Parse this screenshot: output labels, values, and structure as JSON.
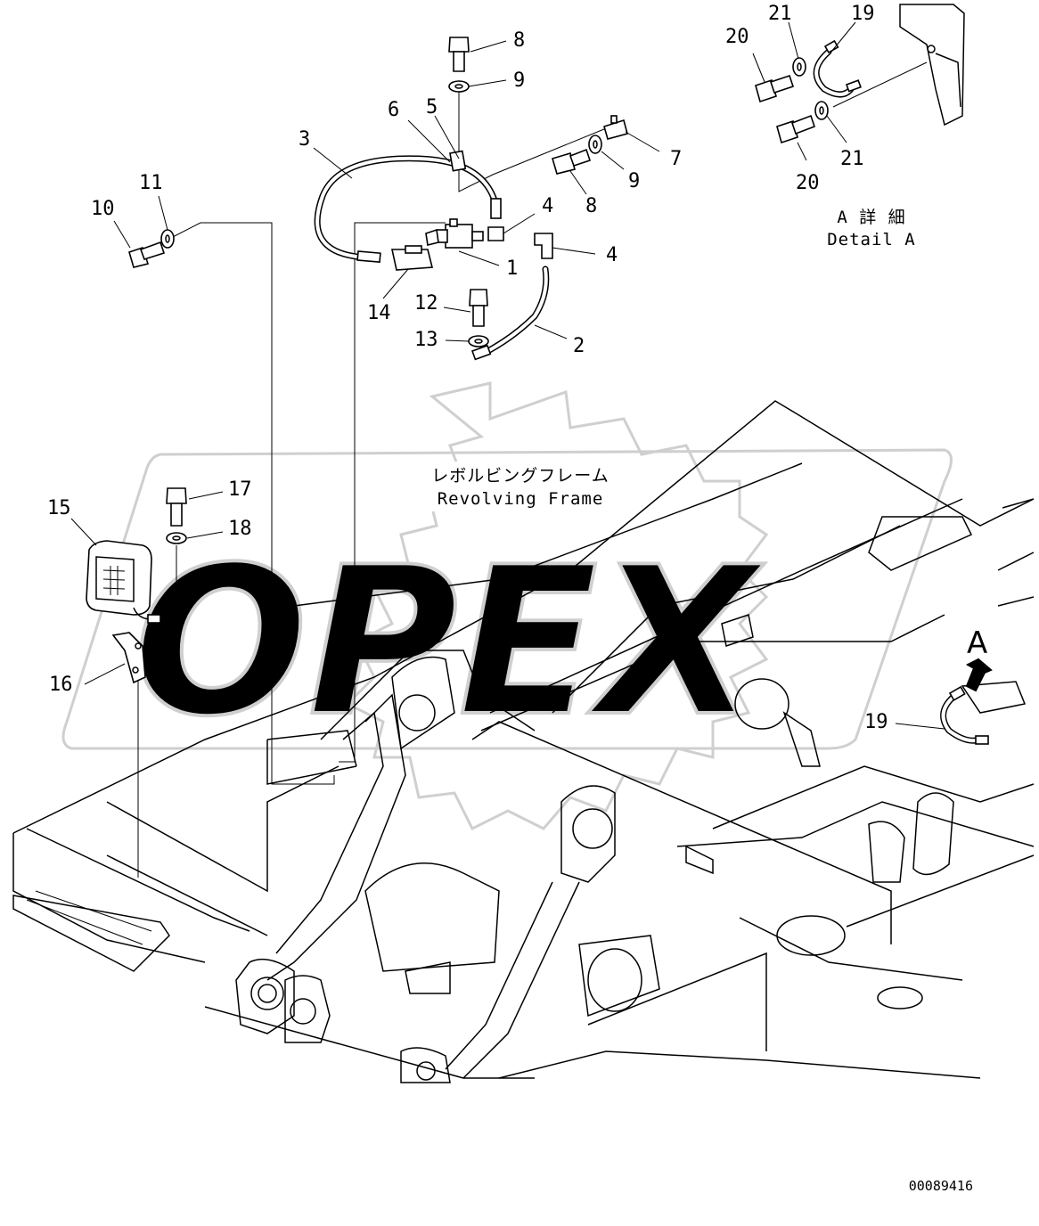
{
  "labels": [
    {
      "text": "8"
    },
    {
      "text": "9"
    },
    {
      "text": "6"
    },
    {
      "text": "5"
    },
    {
      "text": "3"
    },
    {
      "text": "7"
    },
    {
      "text": "8"
    },
    {
      "text": "9"
    },
    {
      "text": "4"
    },
    {
      "text": "4"
    },
    {
      "text": "1"
    },
    {
      "text": "14"
    },
    {
      "text": "12"
    },
    {
      "text": "13"
    },
    {
      "text": "2"
    },
    {
      "text": "11"
    },
    {
      "text": "10"
    },
    {
      "text": "21"
    },
    {
      "text": "19"
    },
    {
      "text": "20"
    },
    {
      "text": "20"
    },
    {
      "text": "21"
    },
    {
      "text": "17"
    },
    {
      "text": "18"
    },
    {
      "text": "15"
    },
    {
      "text": "16"
    },
    {
      "text": "19"
    }
  ],
  "detail_a": {
    "jp": "A 詳 細",
    "en": "Detail A"
  },
  "frame": {
    "jp": "レボルビングフレーム",
    "en": "Revolving Frame"
  },
  "view_marker": "A",
  "drawing_number": "00089416",
  "watermark": "OPEX"
}
